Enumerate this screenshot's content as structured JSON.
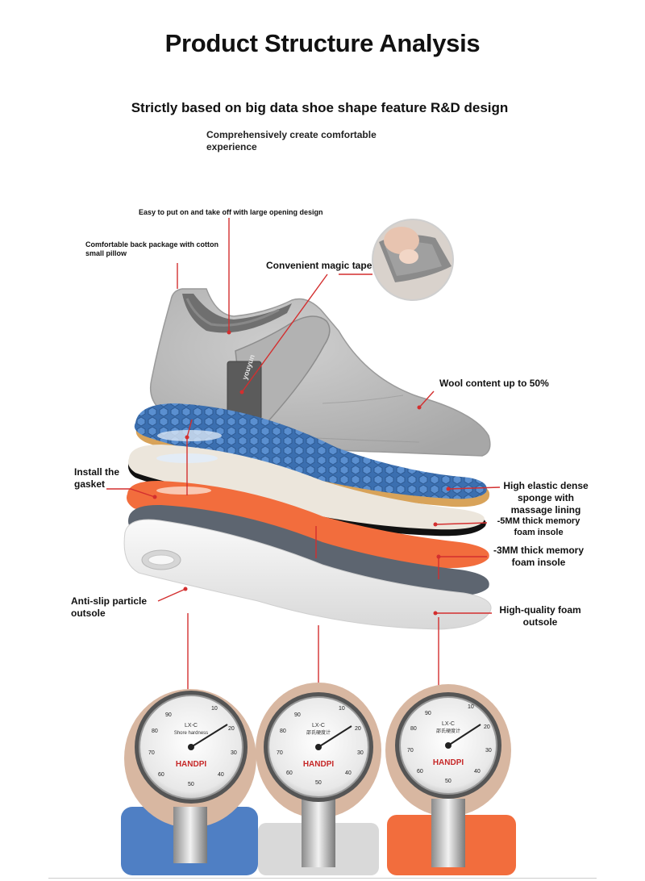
{
  "title": "Product Structure Analysis",
  "subtitle": "Strictly based on big data shoe shape feature R&D design",
  "subline": "Comprehensively create comfortable experience",
  "labels": {
    "opening": "Easy to put on and take off with large opening design",
    "back_package": "Comfortable back package with cotton small pillow",
    "magic_tape": "Convenient magic tape",
    "wool": "Wool content up to 50%",
    "gasket": "Install the gasket",
    "sponge": "High elastic dense sponge with massage lining",
    "memory5": "-5MM thick memory foam insole",
    "memory3": "-3MM thick memory foam insole",
    "antislip": "Anti-slip particle outsole",
    "foam_outsole": "High-quality foam outsole"
  },
  "brand_tag": "youyun",
  "gauges": [
    {
      "model": "LX-C",
      "sub": "Shore hardness",
      "brand": "HANDPI"
    },
    {
      "model": "LX-C",
      "sub": "邵氏硬度计",
      "brand": "HANDPI"
    },
    {
      "model": "LX-C",
      "sub": "邵氏硬度计",
      "brand": "HANDPI"
    }
  ],
  "gauge_ticks": [
    "90",
    "10",
    "20",
    "30",
    "40",
    "50",
    "60",
    "70",
    "80"
  ],
  "colors": {
    "accent_line": "#d32f2f",
    "upper": "#b9b9b9",
    "blue_insole": "#3b6fb0",
    "orange_insole": "#f26d3d",
    "grey_layer": "#5d6570",
    "sole": "#ededed"
  }
}
